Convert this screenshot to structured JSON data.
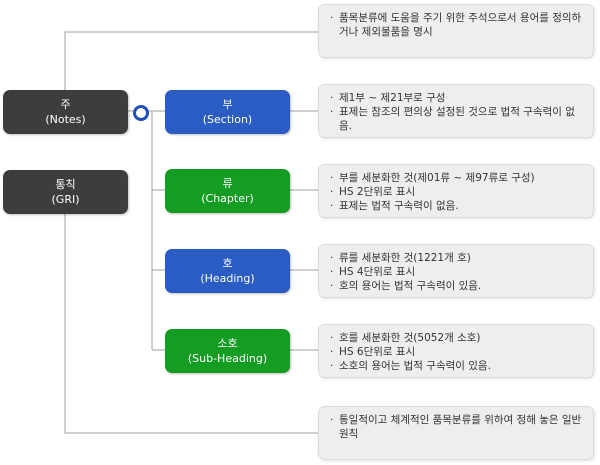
{
  "left_nodes": [
    {
      "ko": "주",
      "en": "(Notes)"
    },
    {
      "ko": "통칙",
      "en": "(GRI)"
    }
  ],
  "mid_nodes": [
    {
      "ko": "부",
      "en": "(Section)",
      "color": "#2a5cc3"
    },
    {
      "ko": "류",
      "en": "(Chapter)",
      "color": "#159c23"
    },
    {
      "ko": "호",
      "en": "(Heading)",
      "color": "#2a5cc3"
    },
    {
      "ko": "소호",
      "en": "(Sub-Heading)",
      "color": "#159c23"
    }
  ],
  "notes": {
    "notes": [
      "품목분류에 도움을 주기 위한 주석으로서 용어를 정의하거나 제외물품을 명시"
    ],
    "section": [
      "제1부 ~ 제21부로 구성",
      "표제는 참조의 편의상 설정된 것으로 법적 구속력이 없음."
    ],
    "chapter": [
      "부를 세분화한 것(제01류 ~ 제97류로 구성)",
      "HS 2단위로 표시",
      "표제는 법적 구속력이 없음."
    ],
    "heading": [
      "류를 세분화한 것(1221개 호)",
      "HS 4단위로 표시",
      "호의 용어는 법적 구속력이 있음."
    ],
    "subheading": [
      "호를 세분화한 것(5052개 소호)",
      "HS 6단위로 표시",
      "소호의 용어는 법적 구속력이 있음."
    ],
    "gri": [
      "통일적이고 체계적인 품목분류를 위하여 정해 놓은 일반원칙"
    ]
  }
}
